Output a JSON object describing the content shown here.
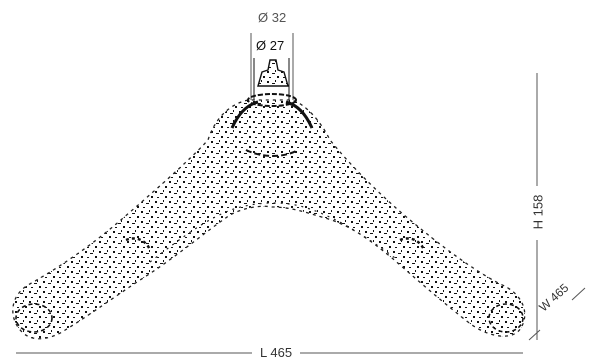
{
  "dimensions": {
    "outer_diameter": "Ø 32",
    "inner_diameter": "Ø 27",
    "length": "L 465",
    "height": "H 158",
    "width": "W 465"
  },
  "colors": {
    "line": "#222222",
    "dimension_line": "#555555",
    "background": "#ffffff"
  }
}
